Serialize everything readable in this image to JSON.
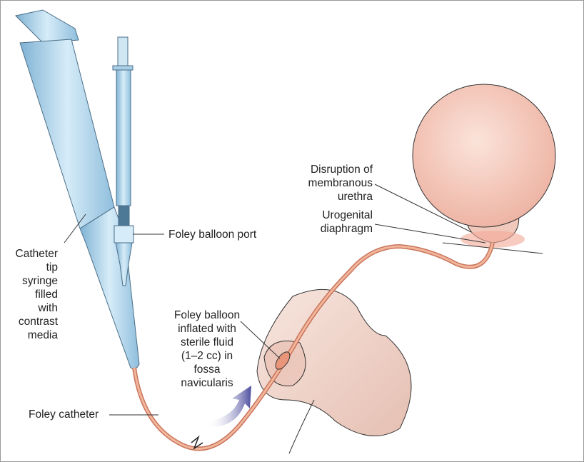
{
  "labels": {
    "disruption": "Disruption of\nmembranous\nurethra",
    "urogenital": "Urogenital\ndiaphragm",
    "balloon_port": "Foley balloon port",
    "syringe": "Catheter\ntip\nsyringe\nfilled\nwith\ncontrast\nmedia",
    "balloon": "Foley balloon\ninflated with\nsterile fluid\n(1–2 cc) in\nfossa\nnavicularis",
    "catheter": "Foley catheter"
  },
  "colors": {
    "syringe": "#a9cfe6",
    "catheter": "#e8a183",
    "bladder": "#f6cfc2",
    "skin": "#efd3c8",
    "arrow": "#5a5aa8",
    "border": "#999999"
  }
}
